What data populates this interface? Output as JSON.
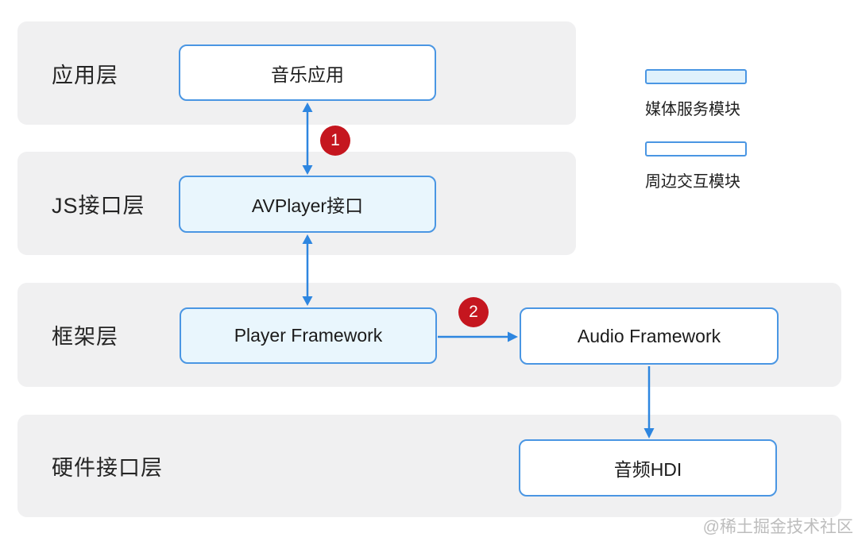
{
  "layers": [
    {
      "label": "应用层"
    },
    {
      "label": "JS接口层"
    },
    {
      "label": "框架层"
    },
    {
      "label": "硬件接口层"
    }
  ],
  "nodes": {
    "music_app": {
      "label": "音乐应用"
    },
    "avplayer": {
      "label": "AVPlayer接口"
    },
    "player_framework": {
      "label": "Player Framework"
    },
    "audio_framework": {
      "label": "Audio Framework"
    },
    "audio_hdi": {
      "label": "音频HDI"
    }
  },
  "badges": {
    "step1": "1",
    "step2": "2"
  },
  "legend": {
    "media_service": {
      "label": "媒体服务模块"
    },
    "peripheral": {
      "label": "周边交互模块"
    }
  },
  "watermark": "@稀土掘金技术社区",
  "colors": {
    "band_bg": "#f0f0f1",
    "node_border": "#4a96e3",
    "media_node_fill": "#e9f6fd",
    "plain_node_fill": "#ffffff",
    "legend_media_fill": "#dff1fc",
    "arrow_blue": "#2e86e0",
    "badge_red": "#c5161f",
    "text": "#1b1b1b",
    "watermark_gray": "#bdbdbd"
  }
}
